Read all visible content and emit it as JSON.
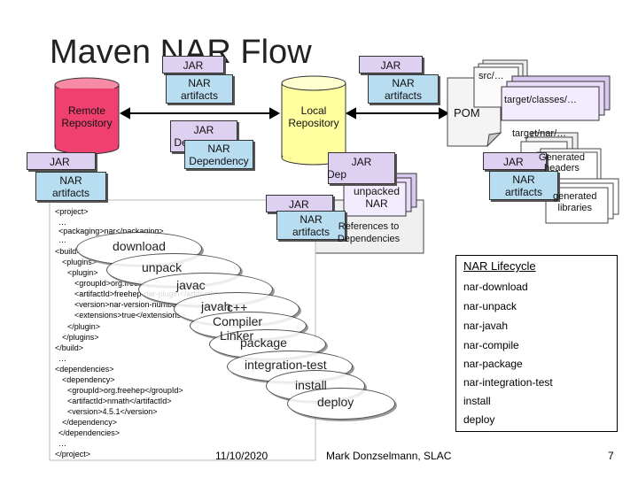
{
  "slide": {
    "title": "Maven NAR Flow",
    "date": "11/10/2020",
    "author": "Mark Donzselmann, SLAC",
    "page": "7"
  },
  "repos": {
    "remote": "Remote\nRepository",
    "local": "Local\nRepository"
  },
  "artifacts": {
    "jar": "JAR",
    "nar_artifacts": "NAR\nartifacts",
    "nar_dependency": "NAR\nDependency",
    "dependency_partial": "De",
    "dependency_partial2": "Dep"
  },
  "pom": {
    "label": "POM",
    "src": "src/…",
    "target_classes": "target/classes/…",
    "target_nar": "target/nar/…",
    "generated_headers": "Generated\nheaders",
    "generated_libraries": "generated\nlibraries",
    "unpacked_nar": "unpacked\nNAR",
    "references": "References to\nDependencies"
  },
  "xml_lines": [
    "<project>",
    "…",
    "<packaging>nar</packaging>",
    "…",
    "<build>",
    "<plugins>",
    "<plugin>",
    "<groupId>org.freehep</groupId>",
    "<artifactId>freehep-nar-plugin</artifactId>",
    "<version>nar-version-number</version>",
    "<extensions>true</extensions>",
    "</plugin>",
    "</plugins>",
    "</build>",
    "…",
    "<dependencies>",
    "<dependency>",
    "<groupId>org.freehep</groupId>",
    "<artifactId>nmath</artifactId>",
    "<version>4.5.1</version>",
    "</dependency>",
    "</dependencies>",
    "…",
    "</project>"
  ],
  "goals": {
    "download": "download",
    "unpack": "unpack",
    "javac": "javac",
    "javah": "javah",
    "cpp": "c++",
    "compiler": "Compiler",
    "linker": "Linker",
    "package": "package",
    "integration_test": "integration-test",
    "install": "install",
    "deploy": "deploy"
  },
  "lifecycle": {
    "title": "NAR Lifecycle",
    "items": [
      "nar-download",
      "nar-unpack",
      "nar-javah",
      "nar-compile",
      "nar-package",
      "nar-integration-test",
      "install",
      "deploy"
    ]
  },
  "colors": {
    "jar_box": "#ddd0f0",
    "nar_box": "#b8dcf0",
    "remote_repo": "#f04070",
    "local_repo": "#ffffa0"
  }
}
